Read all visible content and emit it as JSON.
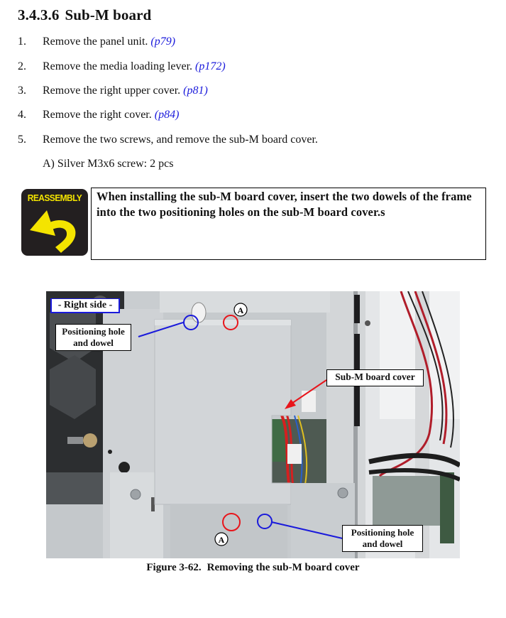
{
  "section": {
    "number": "3.4.3.6",
    "title": "Sub-M board"
  },
  "steps": [
    {
      "num": "1.",
      "text": "Remove the panel unit.",
      "ref": "(p79)"
    },
    {
      "num": "2.",
      "text": "Remove the media loading lever.",
      "ref": "(p172)"
    },
    {
      "num": "3.",
      "text": "Remove the right upper cover.",
      "ref": "(p81)"
    },
    {
      "num": "4.",
      "text": "Remove the right cover.",
      "ref": "(p84)"
    },
    {
      "num": "5.",
      "text": "Remove the two screws, and remove the sub-M board cover.",
      "ref": ""
    }
  ],
  "sub_item": "A) Silver M3x6 screw: 2 pcs",
  "reassembly": {
    "icon_label": "REASSEMBLY",
    "note": "When installing the sub-M board cover, insert the two dowels of the frame into the two positioning holes on the sub-M board cover.s"
  },
  "figure": {
    "callouts": {
      "side": "- Right side -",
      "positioning_top_line1": "Positioning hole",
      "positioning_top_line2": "and dowel",
      "cover": "Sub-M board cover",
      "positioning_bottom_line1": "Positioning hole",
      "positioning_bottom_line2": "and dowel",
      "screw_marker_top": "A",
      "screw_marker_bottom": "A"
    },
    "caption_number": "Figure 3-62.",
    "caption_text": "Removing the sub-M board cover",
    "colors": {
      "screw_circle": "#e8151b",
      "dowel_circle": "#1a1adb",
      "arrow": "#e8151b"
    }
  }
}
